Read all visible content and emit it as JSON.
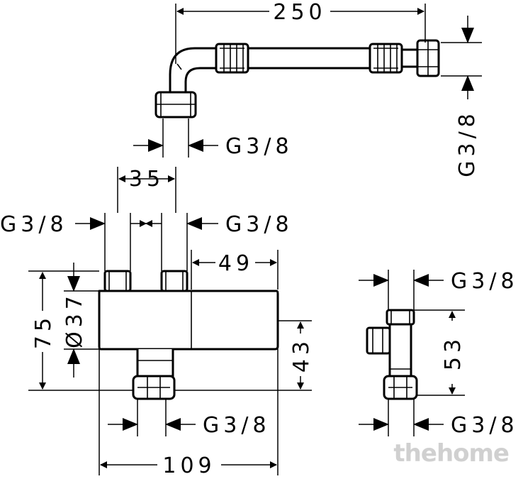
{
  "dimensions": {
    "hose_length": "250",
    "hose_end_right": "G3/8",
    "hose_end_left": "G3/8",
    "inlet_spacing": "35",
    "inlet_left": "G3/8",
    "inlet_right": "G3/8",
    "body_right_section": "49",
    "height_total": "75",
    "body_diameter": "Ø37",
    "outlet_height": "43",
    "outlet_bottom": "G3/8",
    "body_width": "109",
    "tee_top": "G3/8",
    "tee_height": "53",
    "tee_bottom": "G3/8"
  },
  "watermark": "thehome"
}
